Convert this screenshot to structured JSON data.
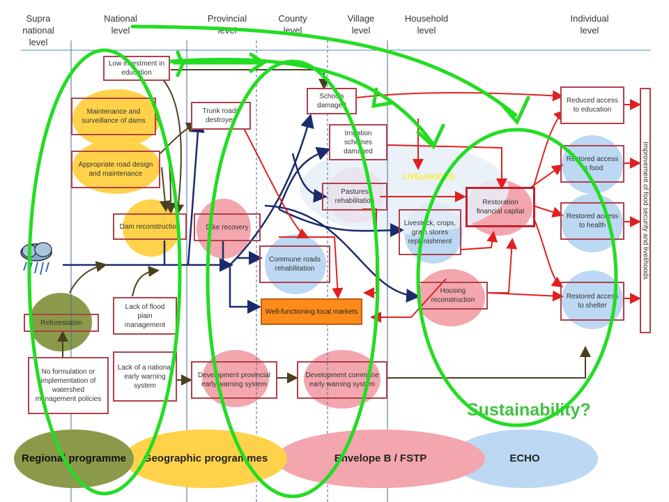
{
  "levels": {
    "supra": "Supra national level",
    "national": "National level",
    "provincial": "Provincial level",
    "county": "County level",
    "village": "Village level",
    "household": "Household level",
    "individual": "Individual level"
  },
  "boxes": {
    "low_investment": "Low investment in education",
    "maintenance_dams": "Maintenance and surveillance of dams",
    "road_design": "Appropriate road design and maintenance",
    "dam_reconstruction": "Dam reconstruction",
    "trunk_roads": "Trunk roads destroyed",
    "dike_recovery": "Dike recovery",
    "schools_damaged": "Schools damaged",
    "irrigation": "Irrigation schemes damaged",
    "pastures": "Pastures rehabilitation",
    "commune_roads": "Commune roads rehabilitation",
    "local_markets": "Well-functioning local markets",
    "livestock": "Livestock, crops, grain stores replenishment",
    "restoration_capital": "Restoration financial capital",
    "housing": "Housing reconstruction",
    "reduced_education": "Reduced access to education",
    "restored_food": "Restored access to food",
    "restored_health": "Restored access to health",
    "restored_shelter": "Restored access to shelter",
    "reforestation": "Reforestation",
    "lack_flood": "Lack of flood plain management",
    "no_watershed": "No formulation or implementation of watershed management policies",
    "lack_warning": "Lack of a national early warning system",
    "dev_provincial": "Development provincial early warning system",
    "dev_commune": "Development commune early warning system",
    "improvement": "Improvement of food security and livelihoods"
  },
  "livelihoods_label": "LIVELIHOODS",
  "sustainability": "Sustainability?",
  "programmes": {
    "regional": "Regional programme",
    "geographic": "Geographic programmes",
    "envelope": "Envelope B / FSTP",
    "echo": "ECHO"
  },
  "colors": {
    "red_arrow": "#e02020",
    "navy_arrow": "#1a2a6a",
    "olive_arrow": "#4a4020",
    "green_overlay": "#22dd22",
    "yellow": "#ffd24a",
    "pink": "#f3a6ad",
    "light_blue": "#bcd8f3",
    "olive": "#8a9a4a"
  }
}
